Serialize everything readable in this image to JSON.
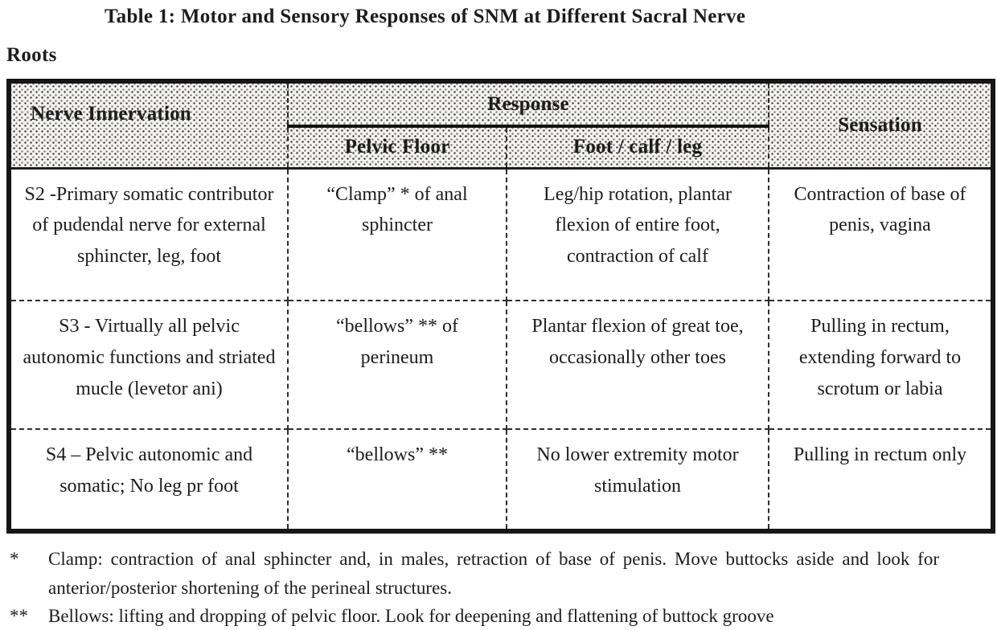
{
  "title": {
    "line1": "Table 1: Motor and Sensory Responses of SNM at Different Sacral Nerve",
    "line2": "Roots"
  },
  "table": {
    "headers": {
      "nerve_innervation": "Nerve Innervation",
      "response": "Response",
      "pelvic_floor": "Pelvic Floor",
      "foot_calf_leg": "Foot / calf / leg",
      "sensation": "Sensation"
    },
    "rows": [
      {
        "nerve": "S2 -Primary somatic contributor of pudendal nerve for external sphincter, leg, foot",
        "pelvic_floor": "“Clamp” * of anal sphincter",
        "foot_calf_leg": "Leg/hip rotation, plantar flexion of entire foot, contraction of calf",
        "sensation": "Contraction of base of penis, vagina"
      },
      {
        "nerve": "S3 - Virtually all pelvic autonomic functions and striated mucle (levetor ani)",
        "pelvic_floor": "“bellows” ** of perineum",
        "foot_calf_leg": "Plantar flexion of great toe, occasionally other toes",
        "sensation": "Pulling in rectum, extending forward to scrotum or labia"
      },
      {
        "nerve": "S4 – Pelvic autonomic and somatic; No leg pr foot",
        "pelvic_floor": "“bellows” **",
        "foot_calf_leg": "No lower extremity motor stimulation",
        "sensation": "Pulling in rectum only"
      }
    ]
  },
  "footnotes": [
    {
      "marker": "*",
      "text": "Clamp: contraction of anal sphincter and, in males, retraction of base of penis. Move buttocks aside and look for anterior/posterior shortening of the perineal structures."
    },
    {
      "marker": "**",
      "text": "Bellows: lifting and dropping of pelvic floor. Look for deepening and flattening of buttock groove"
    }
  ],
  "colors": {
    "ink": "#1c1c1c",
    "paper": "#ffffff",
    "header_shade": "#f4f3f0",
    "border": "#161616"
  }
}
